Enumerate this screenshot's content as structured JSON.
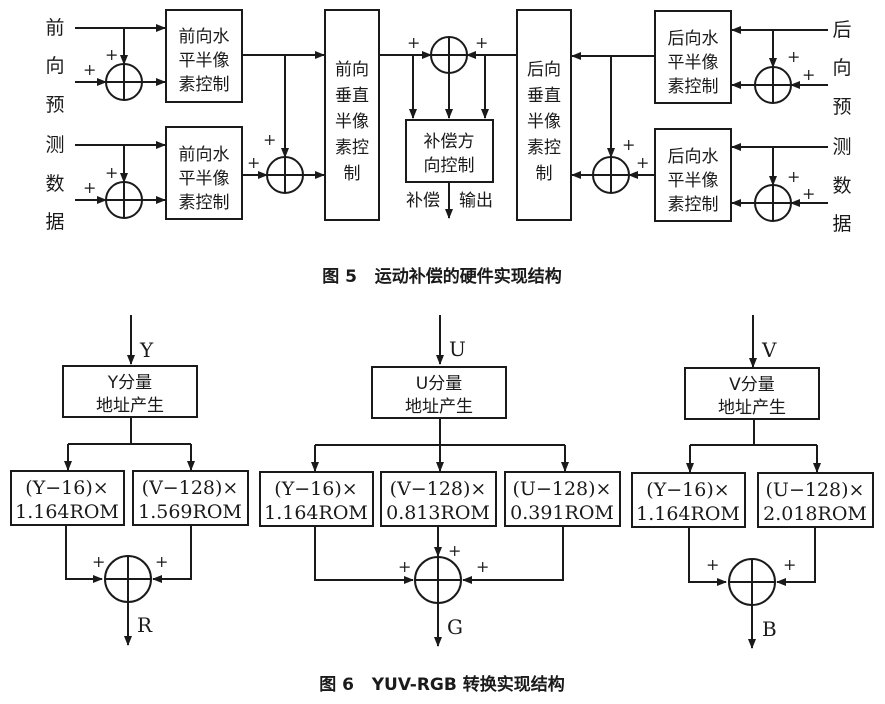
{
  "figure5": {
    "caption": "图 5   运动补偿的硬件实现结构",
    "forward_label": [
      "前",
      "向",
      "预",
      "测",
      "数",
      "据"
    ],
    "backward_label": [
      "后",
      "向",
      "预",
      "测",
      "数",
      "据"
    ],
    "fwd_h_block": [
      "前向水",
      "平半像",
      "素控制"
    ],
    "bwd_h_block": [
      "后向水",
      "平半像",
      "素控制"
    ],
    "fwd_v_block": [
      "前向",
      "垂直",
      "半像",
      "素控",
      "制"
    ],
    "bwd_v_block": [
      "后向",
      "垂直",
      "半像",
      "素控",
      "制"
    ],
    "comp_block": [
      "补偿方",
      "向控制"
    ],
    "output_left": "补偿",
    "output_right": "输出",
    "plus": "+"
  },
  "figure6": {
    "caption": "图 6   YUV-RGB 转换实现结构",
    "plus": "+",
    "columns": [
      {
        "input": "Y",
        "addr_block": [
          "Y分量",
          "地址产生"
        ],
        "roms": [
          [
            "(Y−16)×",
            "1.164ROM"
          ],
          [
            "(V−128)×",
            "1.569ROM"
          ]
        ],
        "output": "R"
      },
      {
        "input": "U",
        "addr_block": [
          "U分量",
          "地址产生"
        ],
        "roms": [
          [
            "(Y−16)×",
            "1.164ROM"
          ],
          [
            "(V−128)×",
            "0.813ROM"
          ],
          [
            "(U−128)×",
            "0.391ROM"
          ]
        ],
        "output": "G"
      },
      {
        "input": "V",
        "addr_block": [
          "V分量",
          "地址产生"
        ],
        "roms": [
          [
            "(Y−16)×",
            "1.164ROM"
          ],
          [
            "(U−128)×",
            "2.018ROM"
          ]
        ],
        "output": "B"
      }
    ]
  }
}
